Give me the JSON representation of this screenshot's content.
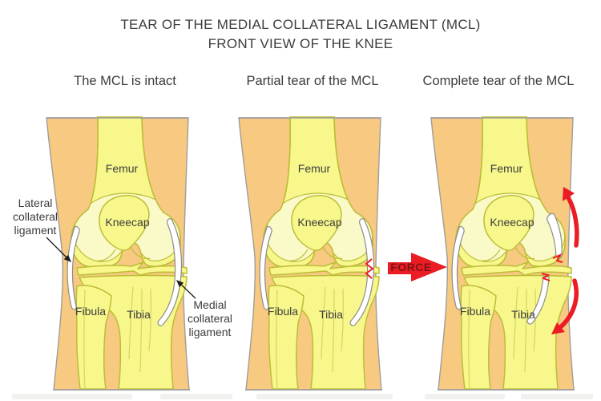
{
  "title": {
    "line1": "TEAR OF THE MEDIAL COLLATERAL LIGAMENT (MCL)",
    "line2": "FRONT VIEW OF THE KNEE"
  },
  "panels": [
    {
      "heading": "The MCL is intact",
      "labels": {
        "femur": "Femur",
        "kneecap": "Kneecap",
        "fibula": "Fibula",
        "tibia": "Tibia"
      }
    },
    {
      "heading": "Partial tear of the MCL",
      "labels": {
        "femur": "Femur",
        "kneecap": "Kneecap",
        "fibula": "Fibula",
        "tibia": "Tibia"
      }
    },
    {
      "heading": "Complete tear of the MCL",
      "labels": {
        "femur": "Femur",
        "kneecap": "Kneecap",
        "fibula": "Fibula",
        "tibia": "Tibia"
      }
    }
  ],
  "annotations": {
    "lateral_ligament": {
      "lines": [
        "Lateral",
        "collateral",
        "ligament"
      ]
    },
    "medial_ligament": {
      "lines": [
        "Medial",
        "collateral",
        "ligament"
      ]
    }
  },
  "force": {
    "label": "FORCE"
  },
  "colors": {
    "skin": "#F7C981",
    "skin_outline": "#9E9E9D",
    "bone": "#F7F78C",
    "bone_pale": "#FAF9C8",
    "bone_outline": "#BDBD37",
    "ligament": "#FFFFFF",
    "ligament_outline": "#8C8C8C",
    "tear_red": "#EC1C24",
    "force_text": "#7D1315",
    "text": "#3C3C3C"
  }
}
